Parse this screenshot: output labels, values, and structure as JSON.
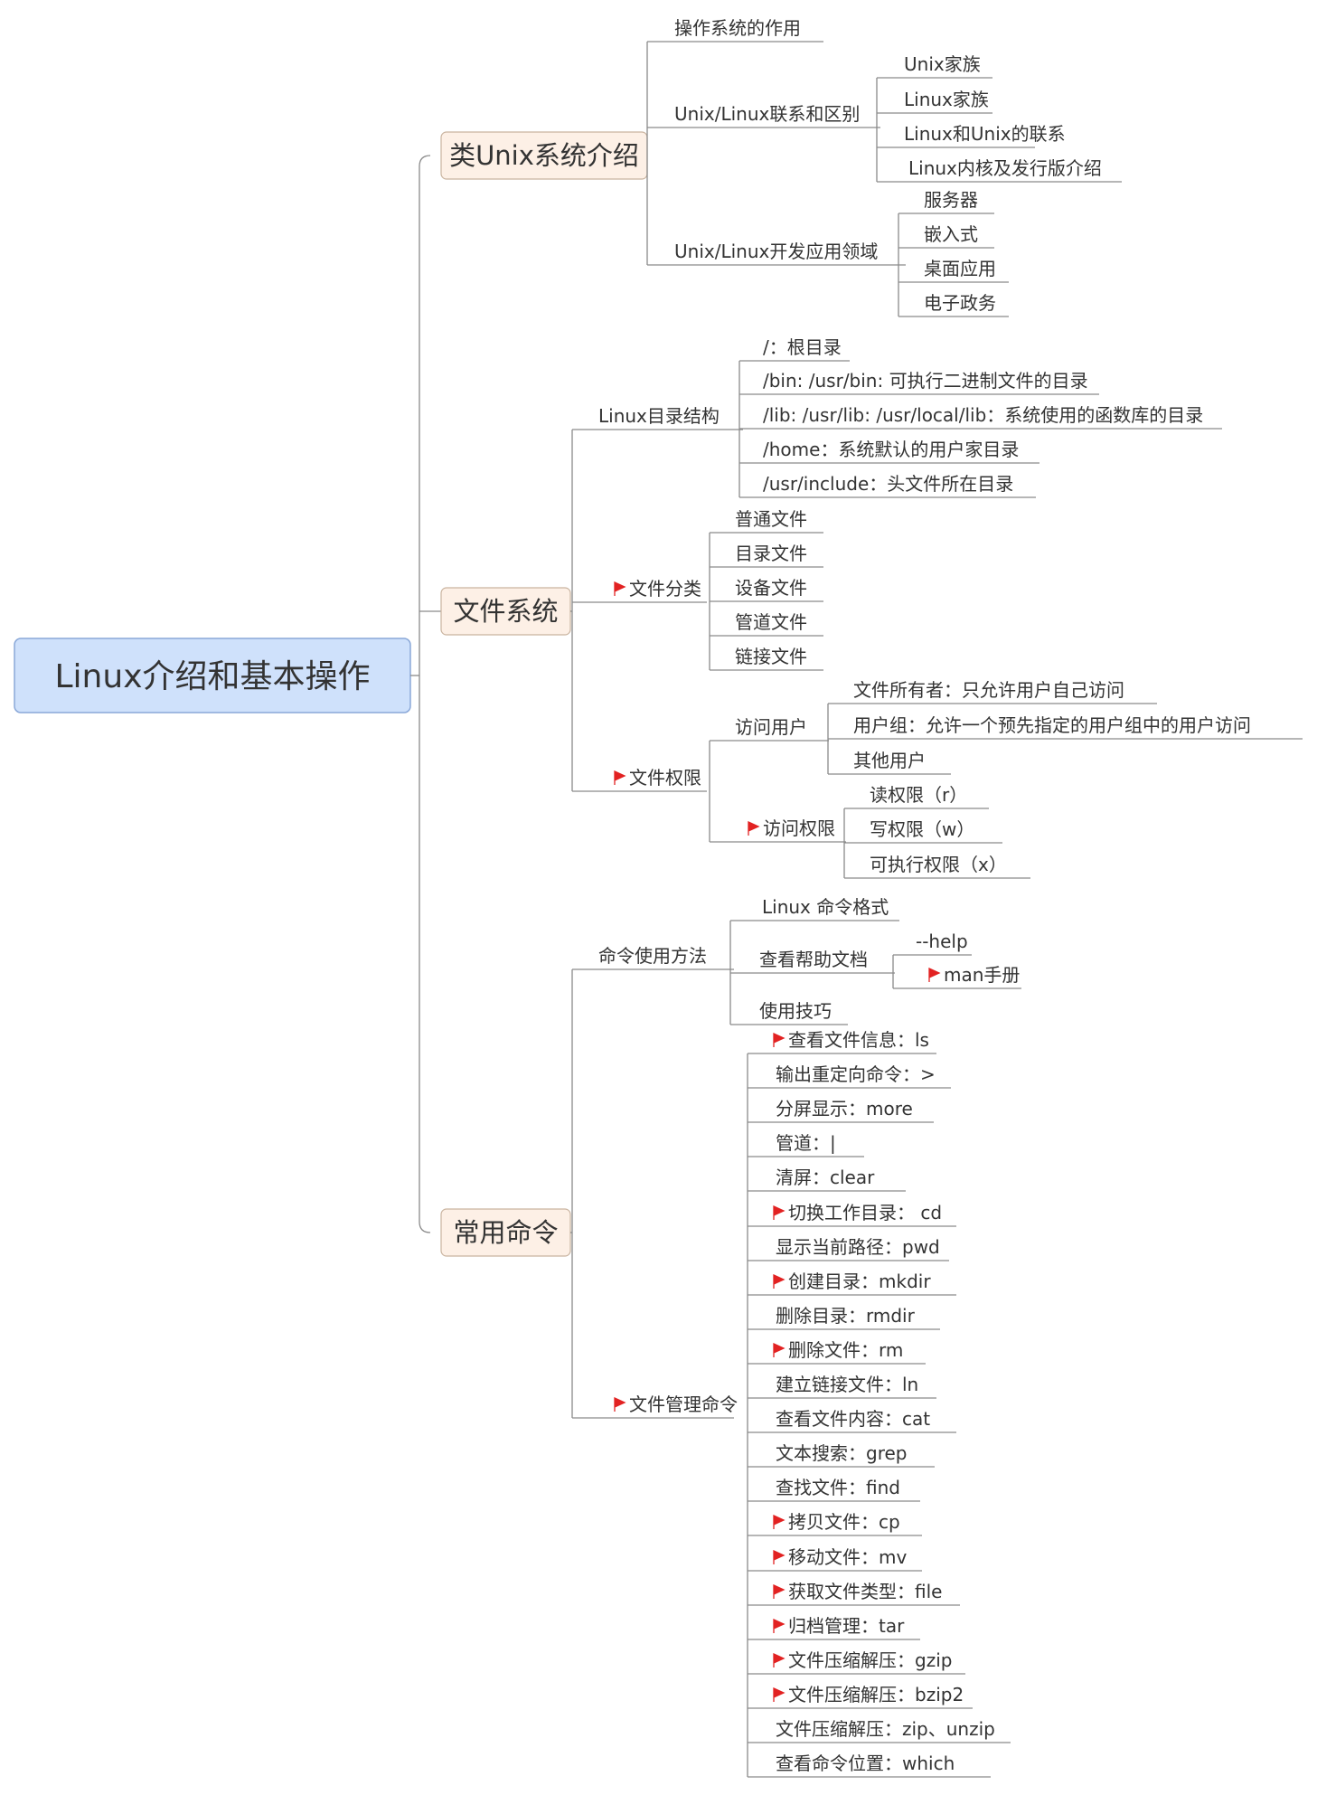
{
  "root": "Linux介绍和基本操作",
  "branches": [
    {
      "label": "类Unix系统介绍",
      "children": [
        {
          "label": "操作系统的作用"
        },
        {
          "label": "Unix/Linux联系和区别",
          "children": [
            {
              "label": "Unix家族"
            },
            {
              "label": "Linux家族"
            },
            {
              "label": "Linux和Unix的联系"
            },
            {
              "label": "Linux内核及发行版介绍"
            }
          ]
        },
        {
          "label": "Unix/Linux开发应用领域",
          "children": [
            {
              "label": "服务器"
            },
            {
              "label": "嵌入式"
            },
            {
              "label": "桌面应用"
            },
            {
              "label": "电子政务"
            }
          ]
        }
      ]
    },
    {
      "label": "文件系统",
      "children": [
        {
          "label": "Linux目录结构",
          "children": [
            {
              "label": "/：根目录"
            },
            {
              "label": "/bin: /usr/bin: 可执行二进制文件的目录"
            },
            {
              "label": "/lib: /usr/lib: /usr/local/lib：系统使用的函数库的目录"
            },
            {
              "label": "/home：系统默认的用户家目录"
            },
            {
              "label": "/usr/include：头文件所在目录"
            }
          ]
        },
        {
          "label": "文件分类",
          "flag": true,
          "children": [
            {
              "label": "普通文件"
            },
            {
              "label": "目录文件"
            },
            {
              "label": "设备文件"
            },
            {
              "label": "管道文件"
            },
            {
              "label": "链接文件"
            }
          ]
        },
        {
          "label": "文件权限",
          "flag": true,
          "children": [
            {
              "label": "访问用户",
              "children": [
                {
                  "label": "文件所有者：只允许用户自己访问"
                },
                {
                  "label": "用户组：允许一个预先指定的用户组中的用户访问"
                },
                {
                  "label": "其他用户"
                }
              ]
            },
            {
              "label": "访问权限",
              "flag": true,
              "children": [
                {
                  "label": "读权限（r）"
                },
                {
                  "label": "写权限（w）"
                },
                {
                  "label": "可执行权限（x）"
                }
              ]
            }
          ]
        }
      ]
    },
    {
      "label": "常用命令",
      "children": [
        {
          "label": "命令使用方法",
          "children": [
            {
              "label": "Linux 命令格式"
            },
            {
              "label": "查看帮助文档",
              "children": [
                {
                  "label": "--help"
                },
                {
                  "label": "man手册",
                  "flag": true
                }
              ]
            },
            {
              "label": "使用技巧"
            }
          ]
        },
        {
          "label": "文件管理命令",
          "flag": true,
          "children": [
            {
              "label": "查看文件信息：ls",
              "flag": true
            },
            {
              "label": "输出重定向命令：>"
            },
            {
              "label": "分屏显示：more"
            },
            {
              "label": "管道：|"
            },
            {
              "label": "清屏：clear"
            },
            {
              "label": "切换工作目录： cd",
              "flag": true
            },
            {
              "label": "显示当前路径：pwd"
            },
            {
              "label": "创建目录：mkdir",
              "flag": true
            },
            {
              "label": "删除目录：rmdir"
            },
            {
              "label": "删除文件：rm",
              "flag": true
            },
            {
              "label": "建立链接文件：ln"
            },
            {
              "label": "查看文件内容：cat"
            },
            {
              "label": "文本搜索：grep"
            },
            {
              "label": "查找文件：find"
            },
            {
              "label": "拷贝文件：cp",
              "flag": true
            },
            {
              "label": "移动文件：mv",
              "flag": true
            },
            {
              "label": "获取文件类型：file",
              "flag": true
            },
            {
              "label": "归档管理：tar",
              "flag": true
            },
            {
              "label": "文件压缩解压：gzip",
              "flag": true
            },
            {
              "label": "文件压缩解压：bzip2",
              "flag": true
            },
            {
              "label": "文件压缩解压：zip、unzip"
            },
            {
              "label": "查看命令位置：which"
            }
          ]
        }
      ]
    }
  ]
}
